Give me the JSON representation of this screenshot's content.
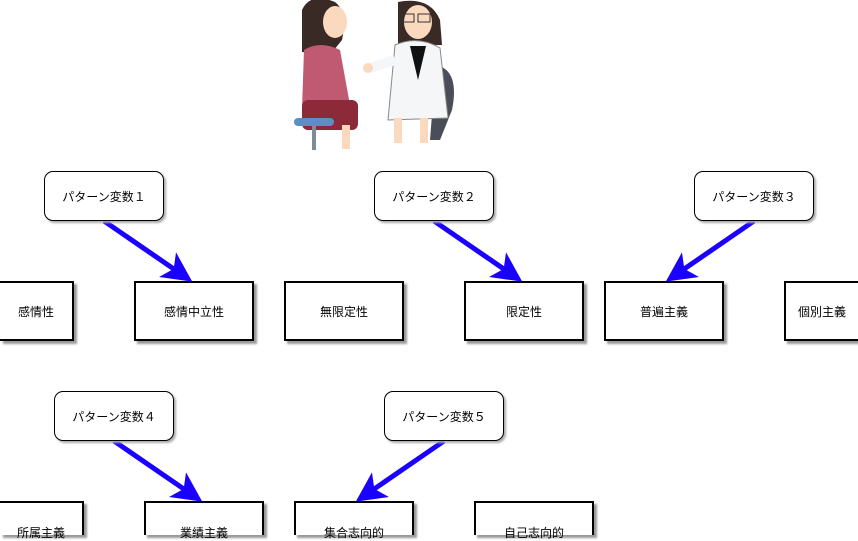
{
  "pattern_variables": [
    {
      "label": "パターン変数１",
      "choices": [
        "感情性",
        "感情中立性"
      ],
      "selected": "感情中立性"
    },
    {
      "label": "パターン変数２",
      "choices": [
        "無限定性",
        "限定性"
      ],
      "selected": "限定性"
    },
    {
      "label": "パターン変数３",
      "choices": [
        "普遍主義",
        "個別主義"
      ],
      "selected": "普遍主義"
    },
    {
      "label": "パターン変数４",
      "choices": [
        "所属主義",
        "業績主義"
      ],
      "selected": "業績主義"
    },
    {
      "label": "パターン変数５",
      "choices": [
        "集合志向的",
        "自己志向的"
      ],
      "selected": "集合志向的"
    }
  ],
  "colors": {
    "arrow": "#1a00ff"
  }
}
